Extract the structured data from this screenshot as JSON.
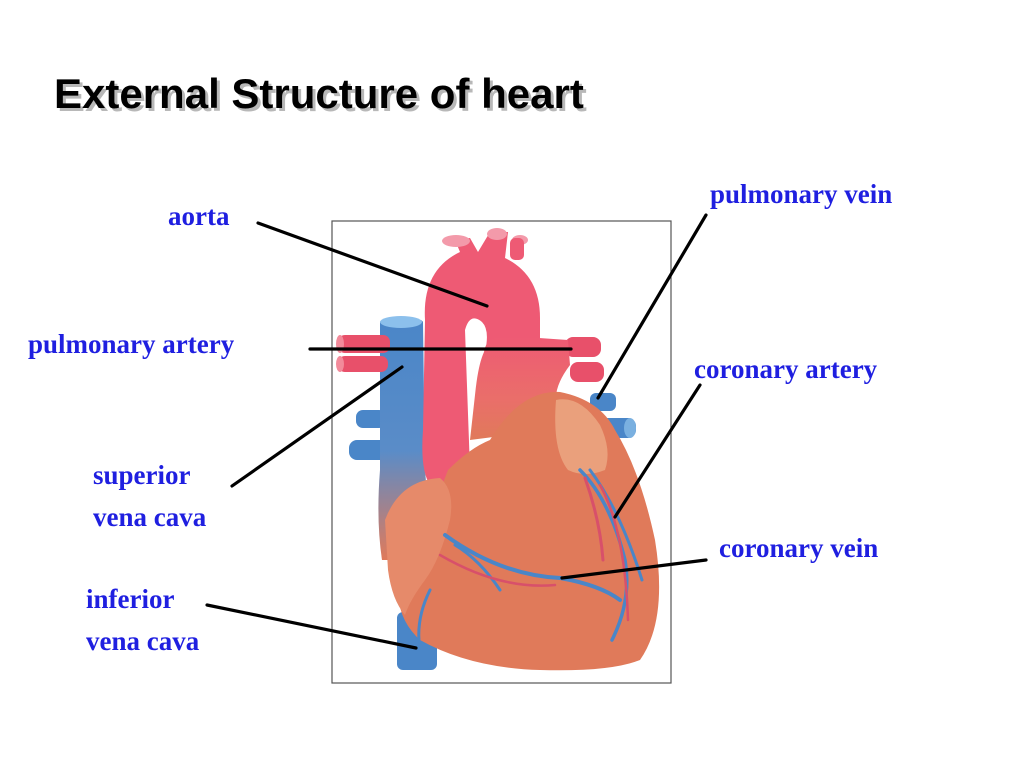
{
  "title": "External Structure of heart",
  "labels": {
    "aorta": "aorta",
    "pulmonary_artery": "pulmonary artery",
    "superior_vena_cava_line1": "superior",
    "superior_vena_cava_line2": "vena cava",
    "inferior_vena_cava_line1": "inferior",
    "inferior_vena_cava_line2": "vena cava",
    "pulmonary_vein": "pulmonary vein",
    "coronary_artery": "coronary artery",
    "coronary_vein": "coronary vein"
  },
  "colors": {
    "label_text": "#1f1fe0",
    "heart_muscle": "#e07a5a",
    "arteries": "#e8506a",
    "veins": "#4a86c8"
  }
}
